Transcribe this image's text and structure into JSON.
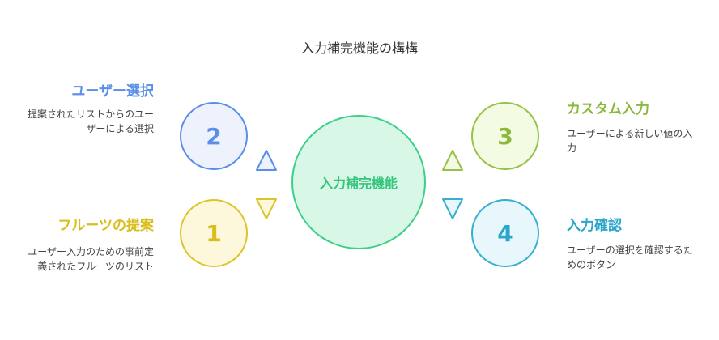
{
  "title": "入力補完機能の構構",
  "center": {
    "label": "入力補完機能"
  },
  "items": [
    {
      "number": "1",
      "heading": "フルーツの提案",
      "description": "ユーザー入力のための事前定義されたフルーツのリスト",
      "color": "#d9bd1a"
    },
    {
      "number": "2",
      "heading": "ユーザー選択",
      "description": "提案されたリストからのユーザーによる選択",
      "color": "#5a8ee8"
    },
    {
      "number": "3",
      "heading": "カスタム入力",
      "description": "ユーザーによる新しい値の入力",
      "color": "#8bb83c"
    },
    {
      "number": "4",
      "heading": "入力確認",
      "description": "ユーザーの選択を確認するためのボタン",
      "color": "#2aa6cc"
    }
  ]
}
